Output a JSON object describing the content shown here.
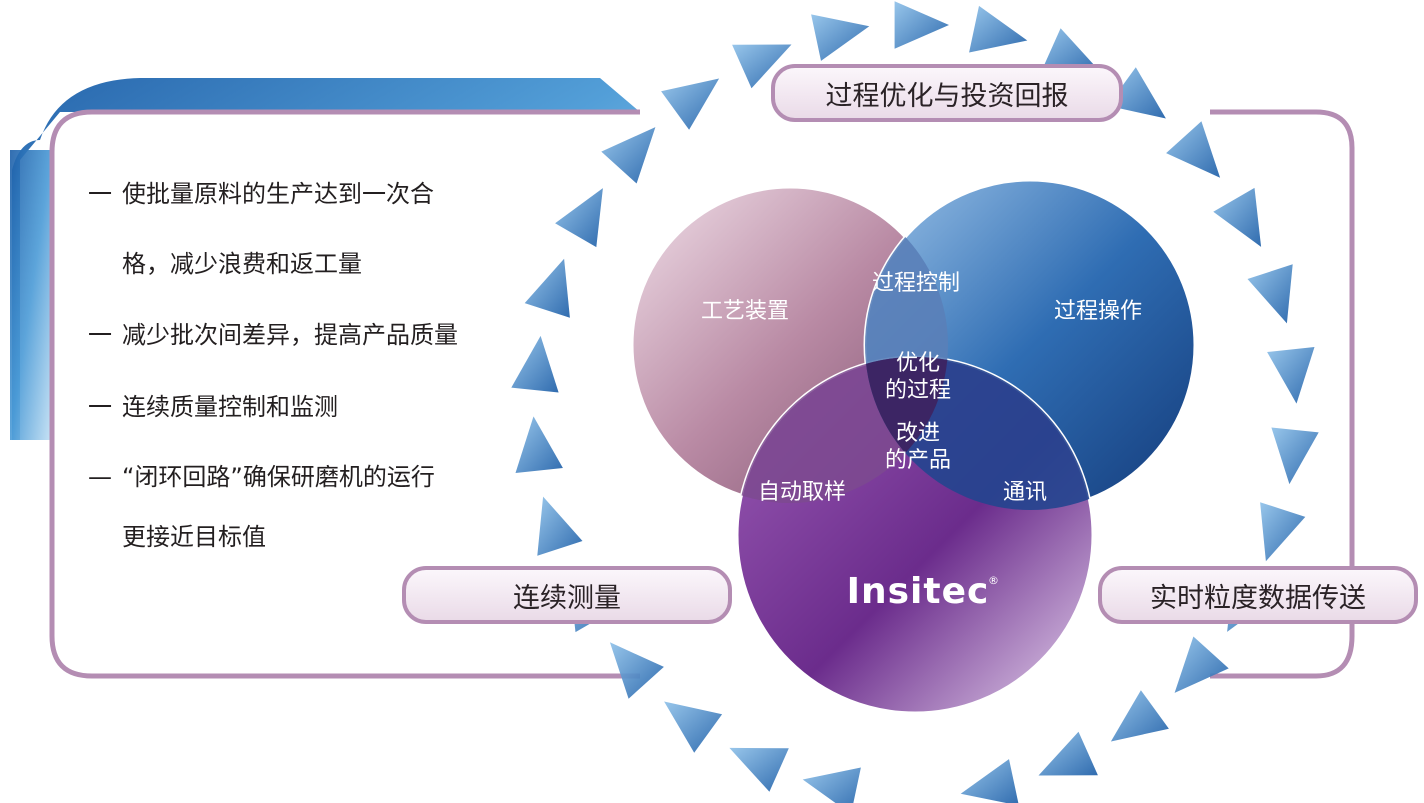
{
  "pills": {
    "top": "过程优化与投资回报",
    "left": "连续测量",
    "right": "实时粒度数据传送"
  },
  "bullets": [
    {
      "dash": "一",
      "line1": "使批量原料的生产达到一次合",
      "line2": "格，减少浪费和返工量"
    },
    {
      "dash": "一",
      "line1": "减少批次间差异，提高产品质量"
    },
    {
      "dash": "一",
      "line1": "连续质量控制和监测"
    },
    {
      "dash": "—",
      "line1": "“闭环回路”确保研磨机的运行",
      "line2": "更接近目标值"
    }
  ],
  "venn": {
    "process_equipment": "工艺装置",
    "process_control": "过程控制",
    "process_operation": "过程操作",
    "optimized_line1": "优化",
    "optimized_line2": "的过程",
    "improved_line1": "改进",
    "improved_line2": "的产品",
    "auto_sampling": "自动取样",
    "communication": "通讯"
  },
  "brand": {
    "logo_text": "Insitec",
    "registered": "®"
  },
  "colors": {
    "frame": "#b48db3",
    "triangle_dark": "#2f6fb3",
    "triangle_light": "#7fb3e0",
    "circle_pink": "#b88aa3",
    "circle_blue": "#2a67b0",
    "circle_purple": "#7a3f96"
  }
}
